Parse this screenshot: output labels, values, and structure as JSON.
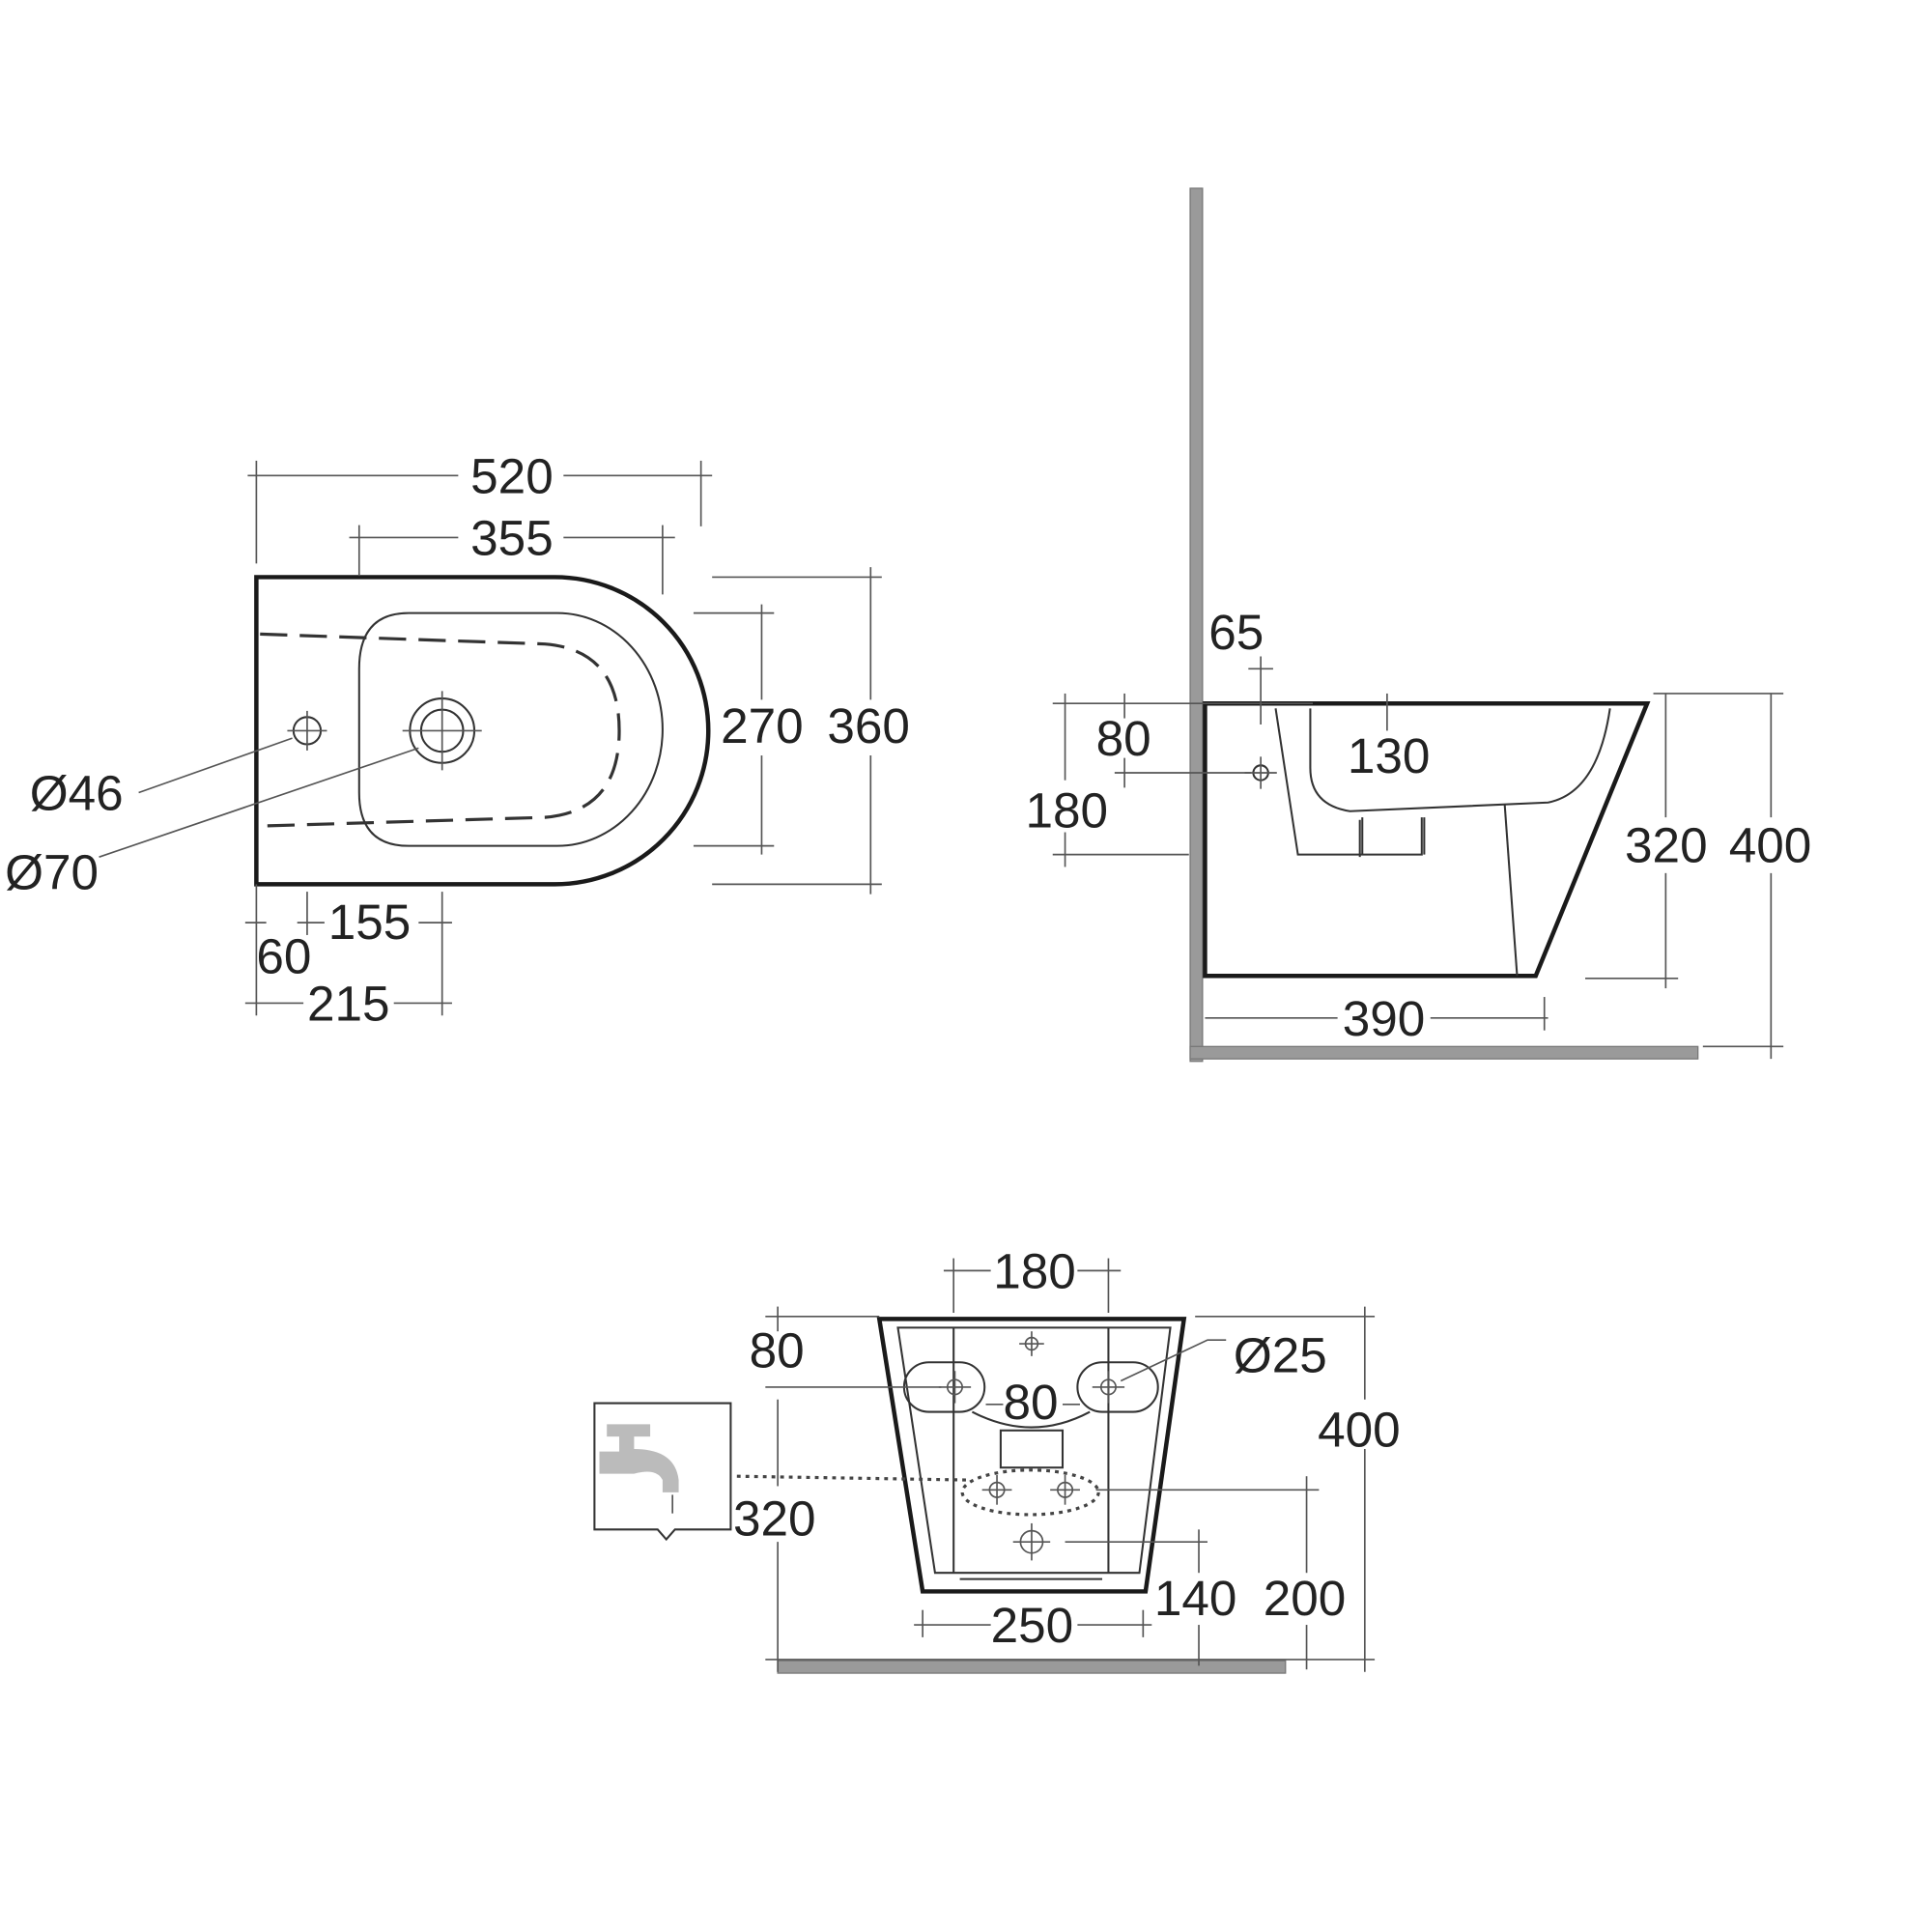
{
  "top_view": {
    "dims": {
      "overall_length": "520",
      "bowl_length": "355",
      "bowl_width": "270",
      "overall_width": "360",
      "tap_hole_offset": "155",
      "tap_hole_edge": "60",
      "waste_offset": "215"
    },
    "callouts": {
      "tap_hole": "Ø46",
      "waste_hole": "Ø70"
    }
  },
  "side_view": {
    "dims": {
      "wall_gap": "65",
      "fixing_height": "80",
      "inlet_height": "180",
      "waste_depth": "130",
      "bowl_height": "320",
      "overall_height": "400",
      "projection": "390"
    }
  },
  "back_view": {
    "dims": {
      "top_width": "180",
      "fixing_from_top": "80",
      "fixing_centres": "80",
      "hole_dia": "Ø25",
      "overall_height": "400",
      "tap_height": "320",
      "base_width": "250",
      "waste_height": "140",
      "supply_height": "200"
    }
  },
  "colors": {
    "line": "#1a1a1a",
    "wall": "#9a9a9a"
  }
}
